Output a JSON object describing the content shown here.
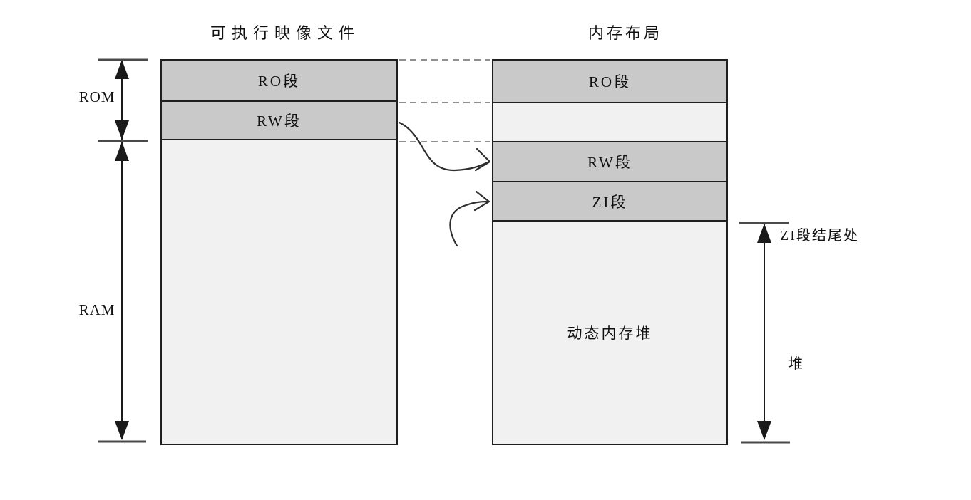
{
  "colors": {
    "segment_gray": "#c9c9c9",
    "segment_light": "#f1f1f1",
    "border": "#1f1f1f",
    "dashed_line": "#8f8f8f",
    "arrow": "#1a1a1a"
  },
  "left_column": {
    "title": "可执行映像文件",
    "segments": [
      {
        "label": "RO段"
      },
      {
        "label": "RW段"
      },
      {
        "label": ""
      }
    ]
  },
  "right_column": {
    "title": "内存布局",
    "segments": [
      {
        "label": "RO段"
      },
      {
        "label": ""
      },
      {
        "label": "RW段"
      },
      {
        "label": "ZI段"
      },
      {
        "label": "动态内存堆"
      }
    ]
  },
  "side_labels": {
    "rom": "ROM",
    "ram": "RAM",
    "zi_end": "ZI段结尾处",
    "heap": "堆"
  }
}
